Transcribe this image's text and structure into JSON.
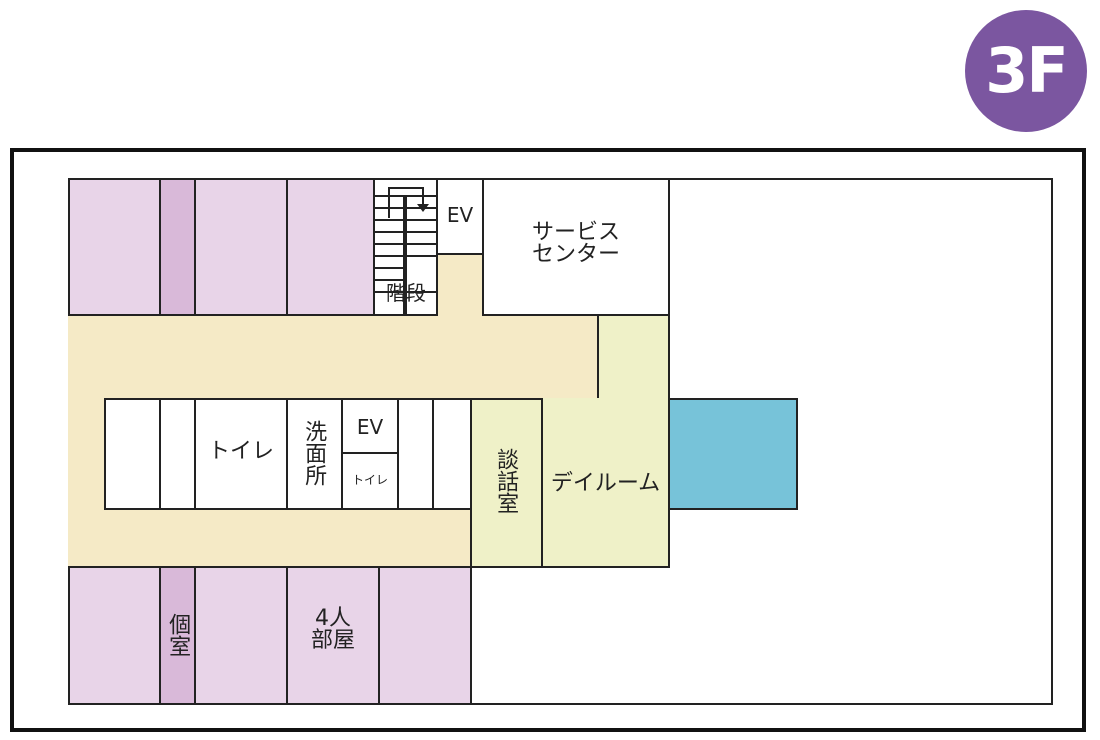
{
  "floor_badge": "3F",
  "colors": {
    "badge": "#7b56a0",
    "private_room": "#d9b9d9",
    "four_person_room": "#e8d4e8",
    "corridor": "#f5eac6",
    "day_room": "#eff1c8",
    "balcony": "#77c3d9"
  },
  "rooms": {
    "stairs": "階段",
    "ev_top": "EV",
    "service_center": "サービス\nセンター",
    "toilet": "トイレ",
    "washroom": "洗面所",
    "ev_center": "EV",
    "toilet_small": "トイレ",
    "talk_room": "談話室",
    "day_room": "デイルーム",
    "private_room": "個室",
    "four_person_room": "4人\n部屋"
  }
}
